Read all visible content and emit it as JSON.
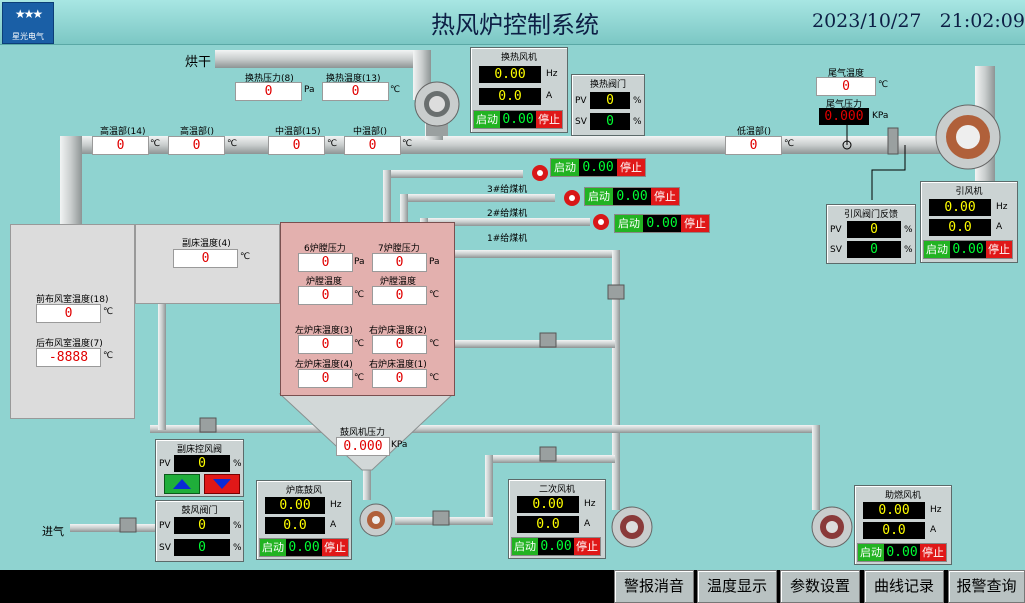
{
  "header": {
    "logo_text": "星光电气",
    "title": "热风炉控制系统",
    "date": "2023/10/27",
    "time": "21:02:09"
  },
  "labels": {
    "dryer": "烘干",
    "air_in": "进气",
    "hx_pressure": "换热压力(8)",
    "hx_temp": "换热温度(13)",
    "tail_temp": "尾气温度",
    "tail_pressure": "尾气压力",
    "high1": "高温部(14)",
    "high2": "高温部()",
    "mid1": "中温部(15)",
    "mid2": "中温部()",
    "low": "低温部()",
    "sub_bed_temp": "副床温度(4)",
    "front_duct_temp": "前布风室温度(18)",
    "rear_duct_temp": "后布风室温度(7)",
    "blower_pressure": "鼓风机压力",
    "feeder3": "3#给煤机",
    "feeder2": "2#给煤机",
    "feeder1": "1#给煤机",
    "unit_pa": "Pa",
    "unit_c": "℃",
    "unit_kpa": "KPa",
    "unit_pct": "%",
    "unit_hz": "Hz",
    "unit_a": "A",
    "pv": "PV",
    "sv": "SV",
    "start": "启动",
    "stop": "停止"
  },
  "values": {
    "hx_pressure": "0",
    "hx_temp": "0",
    "tail_temp": "0",
    "tail_pressure": "0.000",
    "high1": "0",
    "high2": "0",
    "mid1": "0",
    "mid2": "0",
    "low": "0",
    "sub_bed_temp": "0",
    "front_duct_temp": "0",
    "rear_duct_temp": "-8888",
    "blower_pressure": "0.000"
  },
  "hx_fan": {
    "title": "换热风机",
    "hz": "0.00",
    "a": "0.0",
    "run": "0.00"
  },
  "hx_valve": {
    "title": "换热阀门",
    "pv": "0",
    "sv": "0"
  },
  "id_fan": {
    "title": "引风机",
    "hz": "0.00",
    "a": "0.0",
    "run": "0.00"
  },
  "id_valve": {
    "title": "引风阀门反馈",
    "pv": "0",
    "sv": "0"
  },
  "feeders": [
    {
      "run": "0.00"
    },
    {
      "run": "0.00"
    },
    {
      "run": "0.00"
    }
  ],
  "furnace": {
    "p6_label": "6炉膛压力",
    "p7_label": "7炉膛压力",
    "p6": "0",
    "p7": "0",
    "t1_label": "炉膛温度",
    "t2_label": "炉膛温度",
    "t1": "0",
    "t2": "0",
    "l3_label": "左炉床温度(3)",
    "r2_label": "右炉床温度(2)",
    "l3": "0",
    "r2": "0",
    "l4_label": "左炉床温度(4)",
    "r1_label": "右炉床温度(1)",
    "l4": "0",
    "r1": "0"
  },
  "sub_valve": {
    "title": "副床控风阀",
    "pv": "0"
  },
  "blow_valve": {
    "title": "鼓风阀门",
    "pv": "0",
    "sv": "0"
  },
  "bottom_fan": {
    "title": "炉底鼓风",
    "hz": "0.00",
    "a": "0.0",
    "run": "0.00"
  },
  "sec_fan": {
    "title": "二次风机",
    "hz": "0.00",
    "a": "0.0",
    "run": "0.00"
  },
  "comb_fan": {
    "title": "助燃风机",
    "hz": "0.00",
    "a": "0.0",
    "run": "0.00"
  },
  "footer": {
    "b1": "警报消音",
    "b2": "温度显示",
    "b3": "参数设置",
    "b4": "曲线记录",
    "b5": "报警查询"
  },
  "colors": {
    "background": "#8fd3d0",
    "pipe": "#d9dcdc",
    "alarm_red": "#e00000",
    "run_green": "#22b322",
    "stop_red": "#e01818"
  }
}
